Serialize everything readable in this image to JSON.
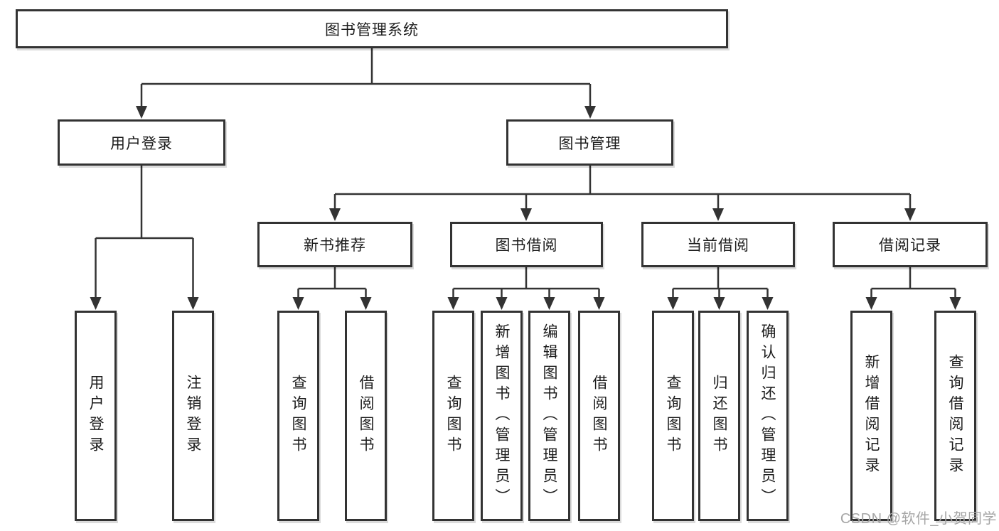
{
  "root": {
    "label": "图书管理系统",
    "children": [
      {
        "label": "用户登录",
        "children": [
          {
            "label": "用户登录"
          },
          {
            "label": "注销登录"
          }
        ]
      },
      {
        "label": "图书管理",
        "children": [
          {
            "label": "新书推荐",
            "children": [
              {
                "label": "查询图书"
              },
              {
                "label": "借阅图书"
              }
            ]
          },
          {
            "label": "图书借阅",
            "children": [
              {
                "label": "查询图书"
              },
              {
                "label": "新增图书（管理员）"
              },
              {
                "label": "编辑图书（管理员）"
              },
              {
                "label": "借阅图书"
              }
            ]
          },
          {
            "label": "当前借阅",
            "children": [
              {
                "label": "查询图书"
              },
              {
                "label": "归还图书"
              },
              {
                "label": "确认归还（管理员）"
              }
            ]
          },
          {
            "label": "借阅记录",
            "children": [
              {
                "label": "新增借阅记录"
              },
              {
                "label": "查询借阅记录"
              }
            ]
          }
        ]
      }
    ]
  },
  "watermark": {
    "text": "CSDN @软件_小贺同学"
  },
  "colors": {
    "line": "#333333",
    "box_border": "#333333",
    "text": "#1c1c1c",
    "watermark": "#a6a6a6",
    "background": "#ffffff"
  }
}
